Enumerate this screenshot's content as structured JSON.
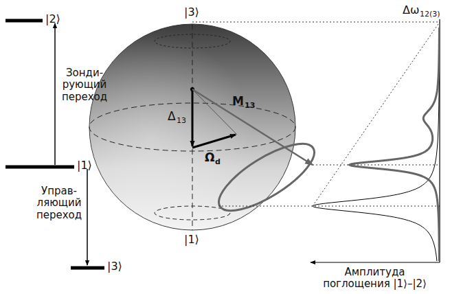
{
  "diagram": {
    "labels": [
      "|2⟩",
      "Зонди- рующий переход",
      "|1⟩",
      "Управ- ляющий переход",
      "|3⟩",
      "|3⟩",
      "Δ",
      "13",
      "M",
      "13",
      "Ω",
      "d",
      "|1⟩",
      "Δω",
      "12(3)",
      "Амплитуда поглощения |1⟩–|2⟩"
    ]
  }
}
